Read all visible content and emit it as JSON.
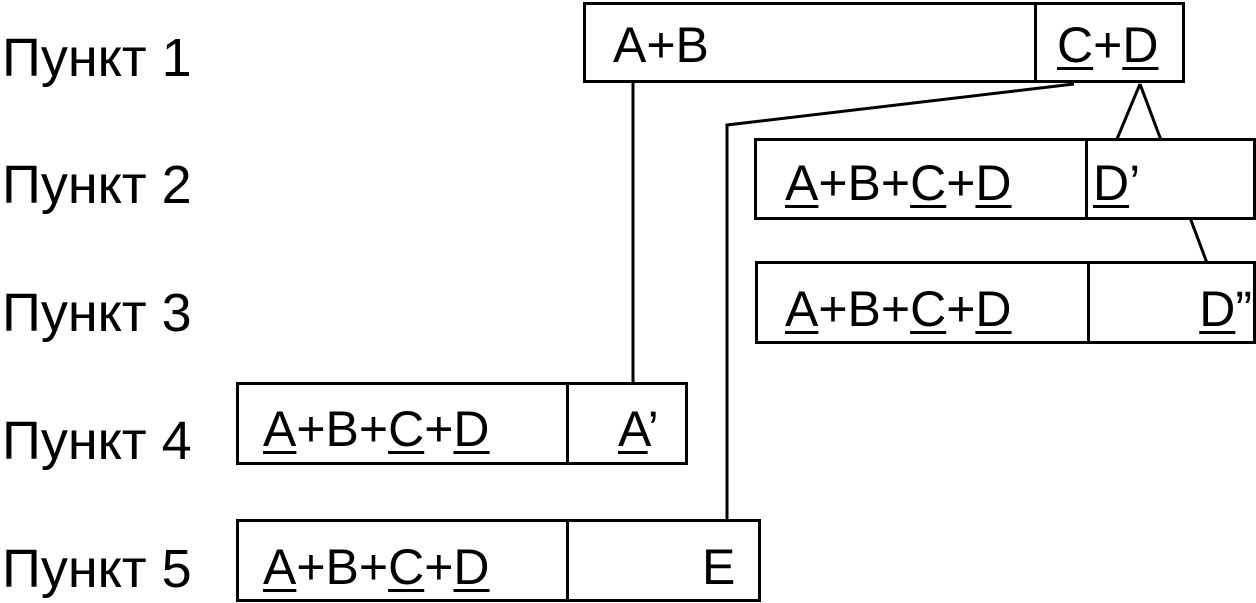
{
  "rows": [
    {
      "label": "Пункт 1"
    },
    {
      "label": "Пункт 2"
    },
    {
      "label": "Пункт 3"
    },
    {
      "label": "Пункт 4"
    },
    {
      "label": "Пункт 5"
    }
  ],
  "boxes": [
    {
      "id": "p1",
      "cells": [
        {
          "parts": [
            {
              "text": "A",
              "u": false
            },
            {
              "text": "+B",
              "u": false
            }
          ]
        },
        {
          "parts": [
            {
              "text": "C",
              "u": true
            },
            {
              "text": "+",
              "u": false
            },
            {
              "text": "D",
              "u": true
            }
          ]
        }
      ]
    },
    {
      "id": "p2",
      "cells": [
        {
          "parts": [
            {
              "text": "A",
              "u": true
            },
            {
              "text": "+B+",
              "u": false
            },
            {
              "text": "C",
              "u": true
            },
            {
              "text": "+",
              "u": false
            },
            {
              "text": "D",
              "u": true
            }
          ]
        },
        {
          "parts": [
            {
              "text": "D",
              "u": true
            },
            {
              "text": "’",
              "u": false
            }
          ]
        }
      ]
    },
    {
      "id": "p3",
      "cells": [
        {
          "parts": [
            {
              "text": "A",
              "u": true
            },
            {
              "text": "+B+",
              "u": false
            },
            {
              "text": "C",
              "u": true
            },
            {
              "text": "+",
              "u": false
            },
            {
              "text": "D",
              "u": true
            }
          ]
        },
        {
          "parts": [
            {
              "text": "D",
              "u": true
            },
            {
              "text": "”",
              "u": false
            }
          ]
        }
      ]
    },
    {
      "id": "p4",
      "cells": [
        {
          "parts": [
            {
              "text": "A",
              "u": true
            },
            {
              "text": "+B+",
              "u": false
            },
            {
              "text": "C",
              "u": true
            },
            {
              "text": "+",
              "u": false
            },
            {
              "text": "D",
              "u": true
            }
          ]
        },
        {
          "parts": [
            {
              "text": "A",
              "u": true
            },
            {
              "text": "’",
              "u": false
            }
          ]
        }
      ]
    },
    {
      "id": "p5",
      "cells": [
        {
          "parts": [
            {
              "text": "A",
              "u": true
            },
            {
              "text": "+B+",
              "u": false
            },
            {
              "text": "C",
              "u": true
            },
            {
              "text": "+",
              "u": false
            },
            {
              "text": "D",
              "u": true
            }
          ]
        },
        {
          "parts": [
            {
              "text": "E",
              "u": false
            }
          ]
        }
      ]
    }
  ],
  "connectors": [
    {
      "from": "p1.cell0",
      "to": "p4.cell1"
    },
    {
      "from": "p1.cell1",
      "to": "p5.cell1"
    },
    {
      "from": "p1.cell1",
      "to": "p2.cell1"
    },
    {
      "from": "p1.cell1",
      "to": "p3.cell1"
    }
  ]
}
